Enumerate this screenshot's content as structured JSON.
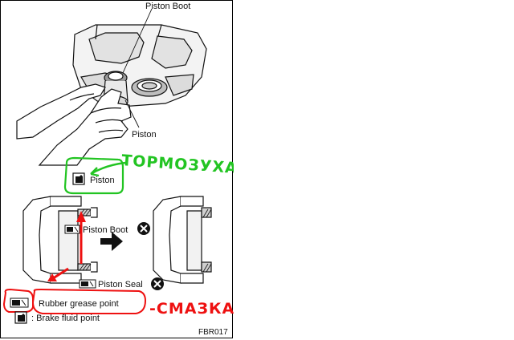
{
  "labels": {
    "piston_boot_top": "Piston Boot",
    "piston_top": "Piston",
    "piston_brake": "Piston",
    "piston_boot_mid": "Piston Boot",
    "piston_seal": "Piston Seal",
    "rubber_grease": "Rubber grease point",
    "brake_fluid": ": Brake fluid point",
    "figure_code": "FBR017"
  },
  "annotations": {
    "green_note": "ТОРМОЗУХА",
    "red_note": "-СМАЗКА"
  },
  "colors": {
    "green": "#22c422",
    "red": "#ee1111",
    "line": "#111111"
  },
  "icons": [
    "brake-fluid-icon",
    "rubber-grease-icon",
    "do-not-reuse-icon",
    "arrow-right-icon"
  ]
}
